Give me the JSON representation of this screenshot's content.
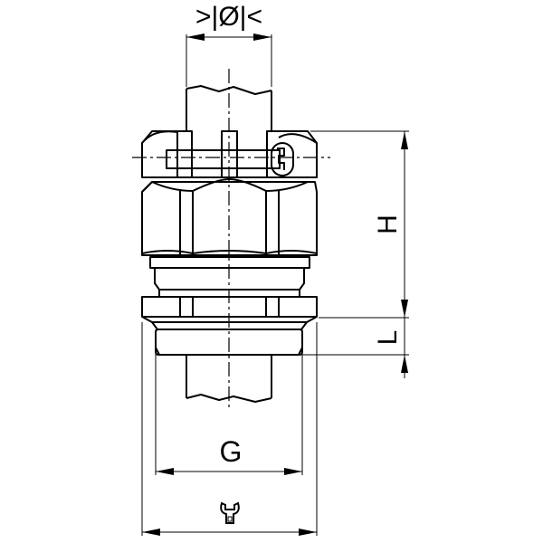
{
  "drawing": {
    "subject": "cable gland side view technical drawing",
    "line_color": "#000000",
    "background": "#ffffff"
  },
  "dimensions": {
    "diameter": {
      "label": "Ø",
      "prefix": ">|",
      "suffix": "|<"
    },
    "height": {
      "label": "H"
    },
    "length": {
      "label": "L"
    },
    "thread": {
      "label": "G"
    },
    "wrench": {
      "label": "wrench-size",
      "icon": "wrench-icon"
    }
  }
}
